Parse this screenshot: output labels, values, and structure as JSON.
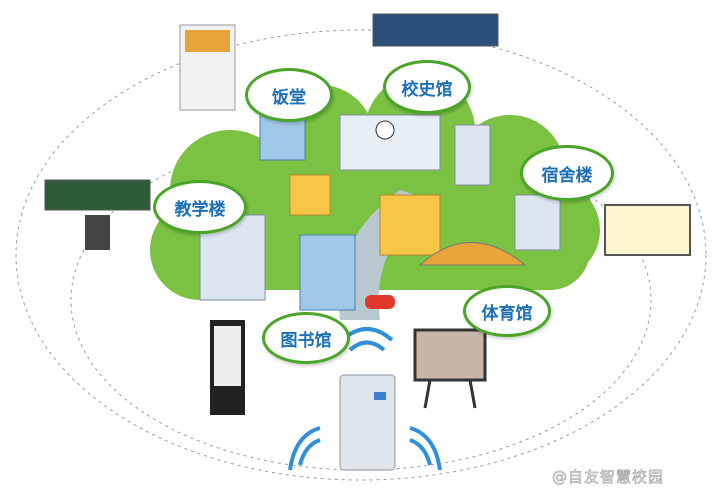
{
  "labels": {
    "canteen": "饭堂",
    "history_hall": "校史馆",
    "dormitory": "宿舍楼",
    "teaching_building": "教学楼",
    "gymnasium": "体育馆",
    "library": "图书馆"
  },
  "watermark": "@自友智慧校园",
  "colors": {
    "cloud": "#7cc242",
    "bubble_border": "#4aa528",
    "label_text": "#1d6fb8",
    "dashed_ring": "#8aa0b0"
  }
}
